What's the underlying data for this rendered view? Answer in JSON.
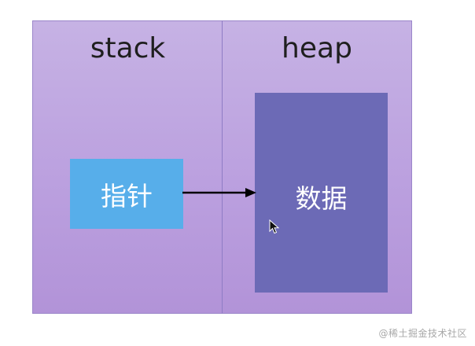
{
  "stack": {
    "title": "stack",
    "pointer_label": "指针"
  },
  "heap": {
    "title": "heap",
    "data_label": "数据"
  },
  "watermark": "@稀土掘金技术社区",
  "colors": {
    "panel_bg": "#bfa6e0",
    "pointer_box": "#57aeea",
    "data_box": "#6c6ab6",
    "arrow": "#000000"
  },
  "icons": [
    "arrow-right",
    "mouse-cursor-icon"
  ]
}
